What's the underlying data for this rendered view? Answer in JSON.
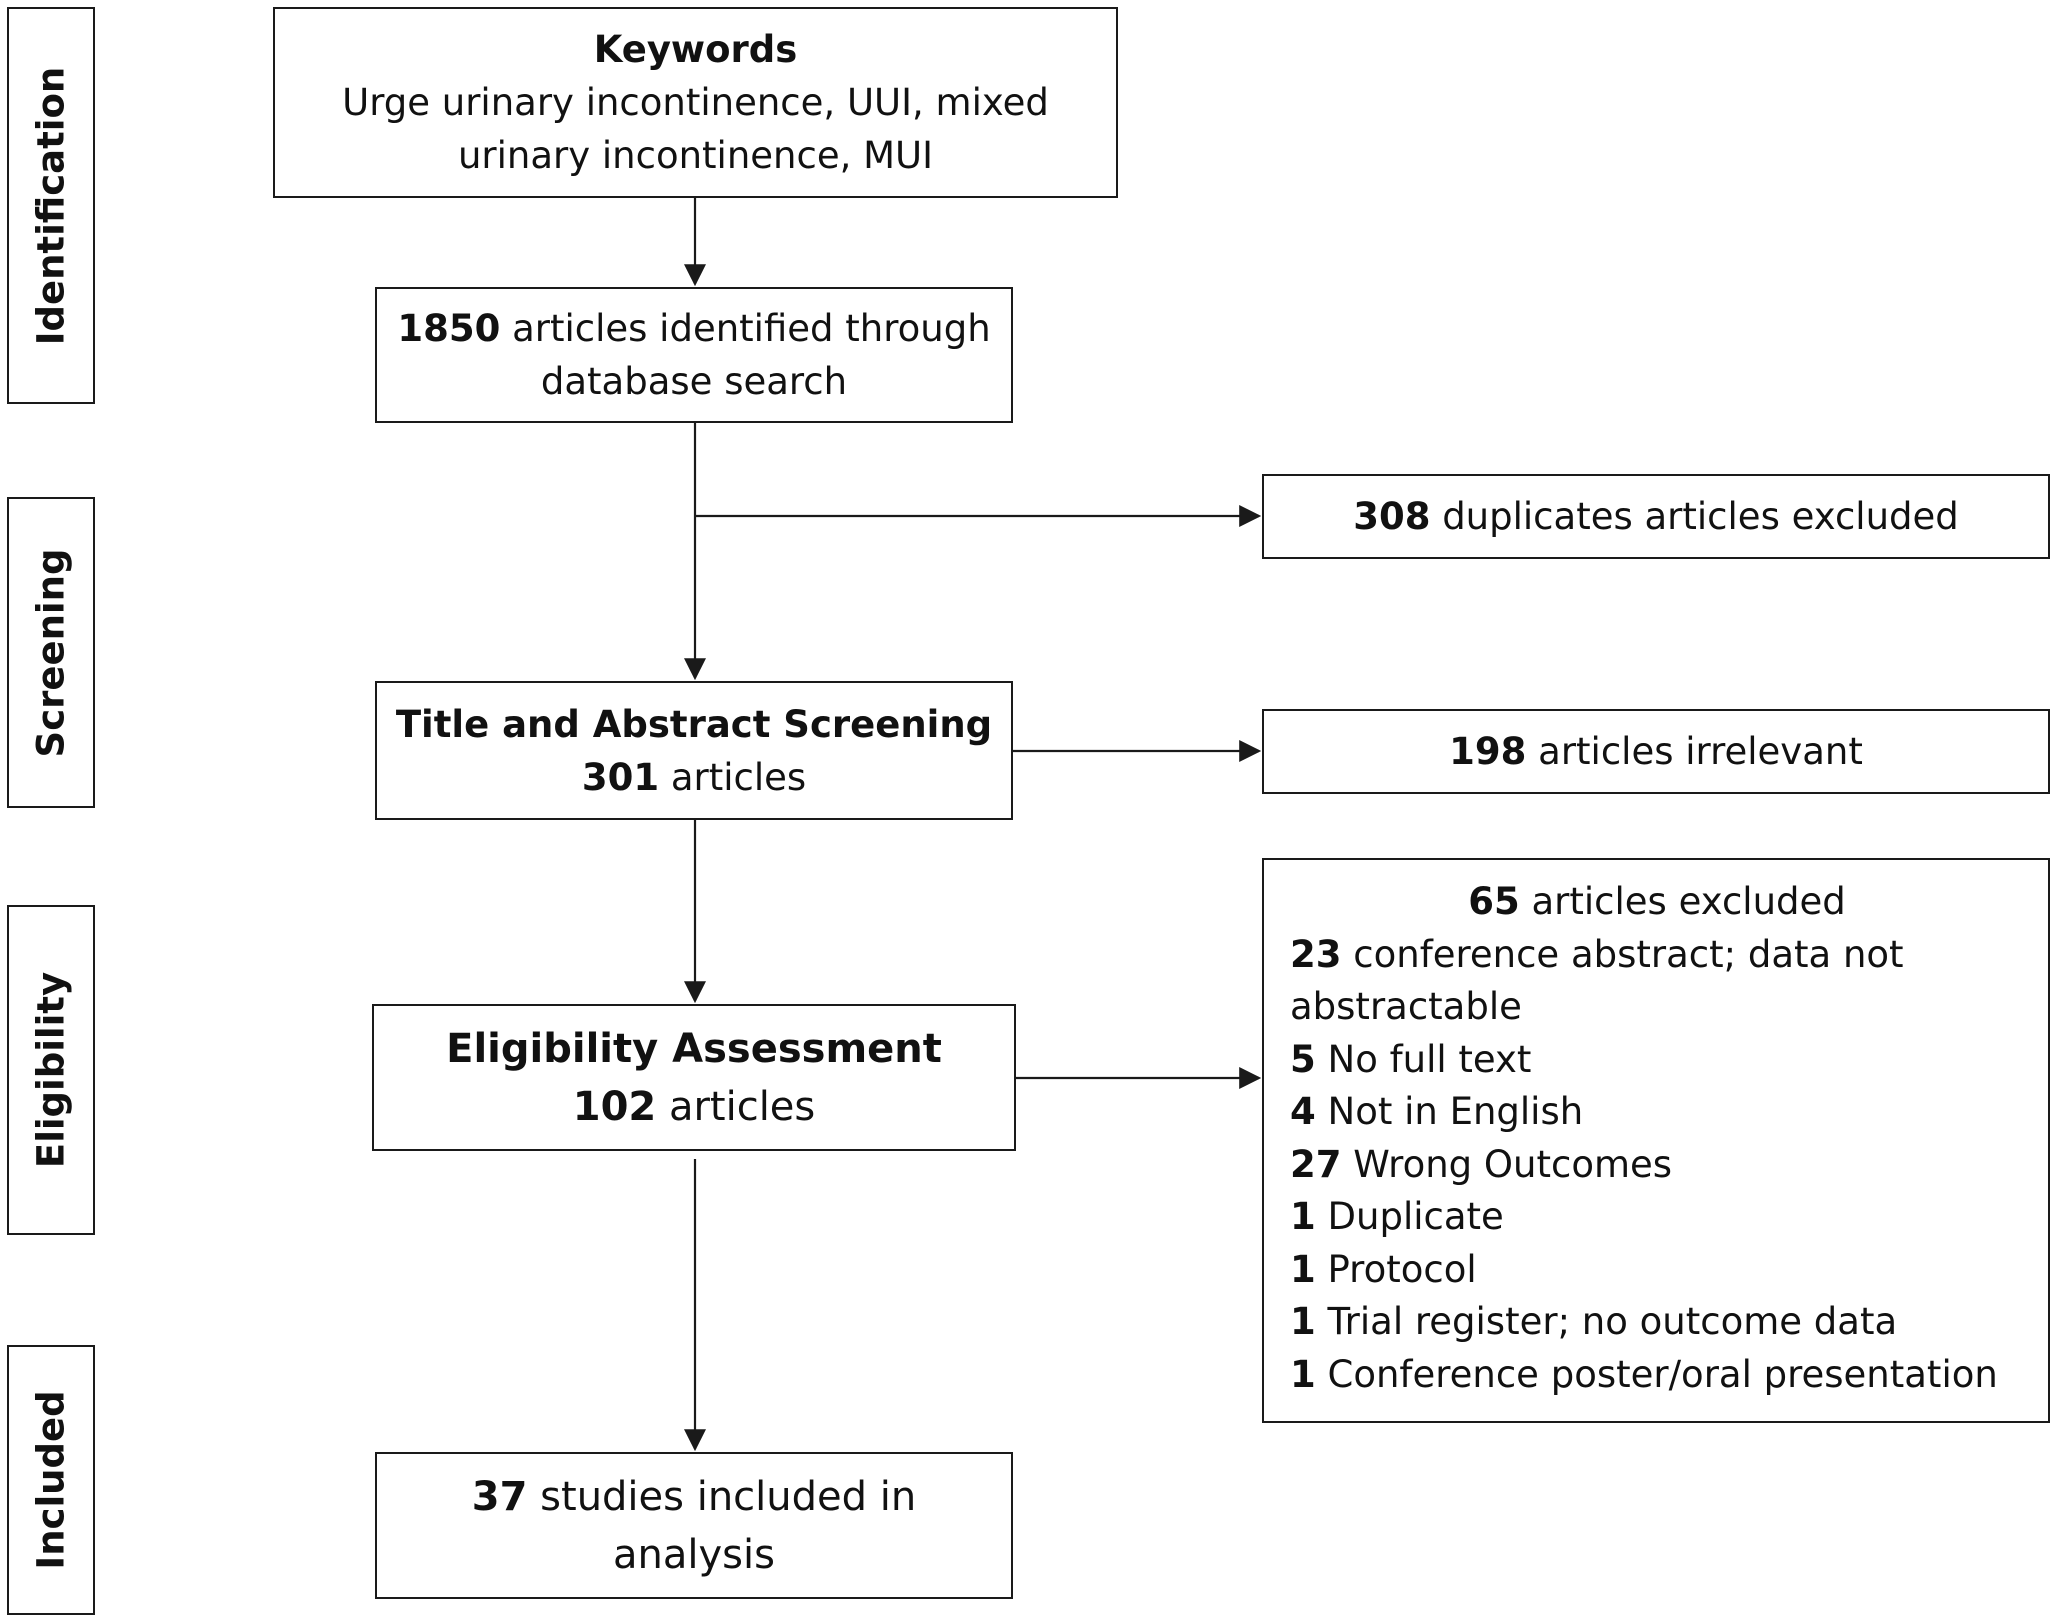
{
  "stages": [
    "Identification",
    "Screening",
    "Eligibility",
    "Included"
  ],
  "keywords": {
    "title": "Keywords",
    "line1": "Urge urinary incontinence, UUI, mixed",
    "line2": "urinary incontinence, MUI"
  },
  "identified": {
    "count": "1850",
    "text1": " articles identified through",
    "text2": "database search"
  },
  "duplicates": {
    "count": "308",
    "text": " duplicates articles excluded"
  },
  "screening": {
    "title": "Title and Abstract Screening",
    "count": "301",
    "text": " articles"
  },
  "irrelevant": {
    "count": "198",
    "text": " articles irrelevant"
  },
  "eligibility": {
    "title": "Eligibility Assessment",
    "count": "102",
    "text": " articles"
  },
  "excluded": {
    "count": "65",
    "text": " articles excluded",
    "reasons": [
      {
        "count": "23",
        "text": " conference abstract; data not"
      },
      {
        "count": "",
        "text": "abstractable"
      },
      {
        "count": "5",
        "text": " No full text"
      },
      {
        "count": "4",
        "text": " Not in English"
      },
      {
        "count": "27",
        "text": " Wrong Outcomes"
      },
      {
        "count": "1",
        "text": " Duplicate"
      },
      {
        "count": "1",
        "text": " Protocol"
      },
      {
        "count": "1",
        "text": " Trial register; no outcome data"
      },
      {
        "count": "1",
        "text": " Conference poster/oral presentation"
      }
    ]
  },
  "included": {
    "count": "37",
    "text1": " studies included in",
    "text2": "analysis"
  }
}
